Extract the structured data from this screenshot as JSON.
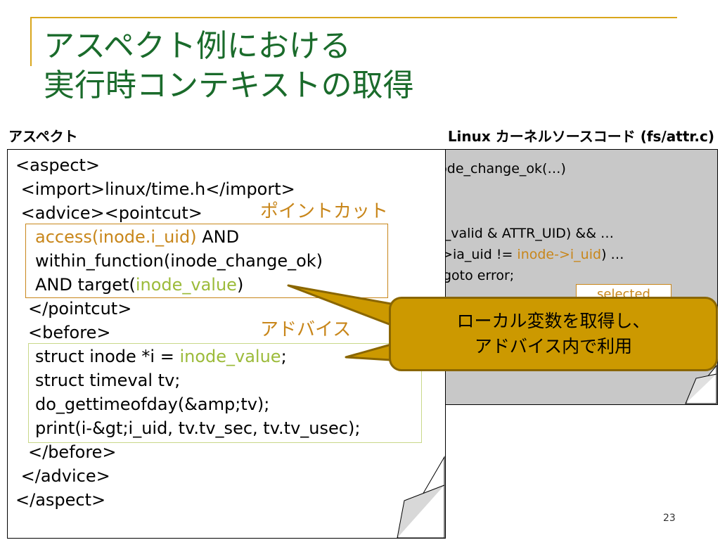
{
  "title": {
    "line1": "アスペクト例における",
    "line2": "実行時コンテキストの取得"
  },
  "labels": {
    "aspect": "アスペクト",
    "linux": "Linux カーネルソースコード (fs/attr.c)",
    "pointcut": "ポイントカット",
    "advice": "アドバイス"
  },
  "aspect_code": {
    "l1": "<aspect>",
    "l2": " <import>linux/time.h</import>",
    "l3": " <advice><pointcut>",
    "l4_access": "access(inode.i_uid)",
    "l4_and": " AND",
    "l5": "within_function(inode_change_ok)",
    "l6_pre": "AND target(",
    "l6_val": "inode_value",
    "l6_post": ")",
    "l7": "</pointcut>",
    "l8": "<before>",
    "l9_pre": "struct inode *i = ",
    "l9_val": "inode_value",
    "l9_post": ";",
    "l10": "struct timeval tv;",
    "l11": "do_gettimeofday(&amp;tv);",
    "l12": "print(i-&gt;i_uid, tv.tv_sec, tv.tv_usec);",
    "l13": "</before>",
    "l14": " </advice>",
    "l15": "</aspect>"
  },
  "source_code": {
    "l1": "int inode_change_ok(…)",
    "l2": "{",
    "l3": " …",
    "l4": " if ((ia_valid & ATTR_UID) && …",
    "l5_pre": "  attr->ia_uid != ",
    "l5_val": "inode->i_uid",
    "l5_post": ") …",
    "l6": "goto error;"
  },
  "selected_label": "selected",
  "callout": {
    "line1": "ローカル変数を取得し、",
    "line2": "アドバイス内で利用"
  },
  "page_number": "23",
  "colors": {
    "title": "#1a6b2b",
    "accent": "#d9a61c",
    "orange": "#c8861a",
    "green": "#9cbb3a",
    "callout_fill": "#cc9900",
    "source_bg": "#c8c8c8"
  }
}
